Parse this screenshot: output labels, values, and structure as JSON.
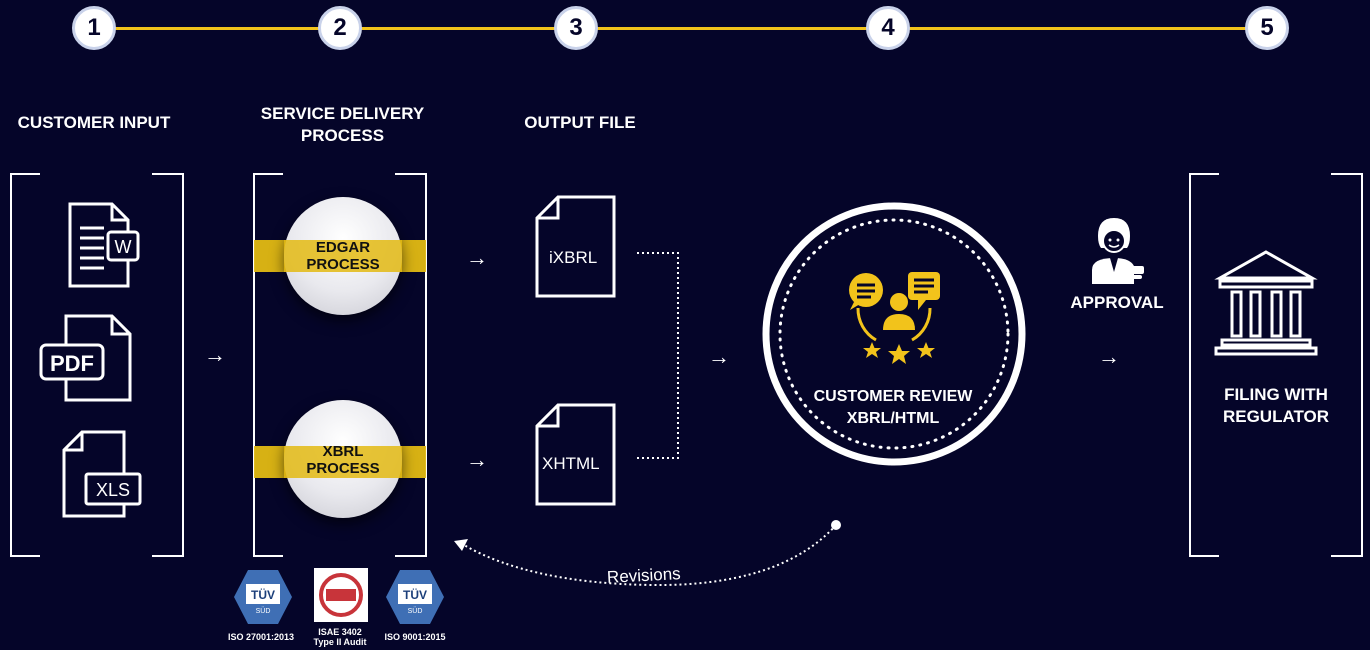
{
  "steps": [
    "1",
    "2",
    "3",
    "4",
    "5"
  ],
  "columns": {
    "customer_input": "CUSTOMER INPUT",
    "service_delivery_line1": "SERVICE DELIVERY",
    "service_delivery_line2": "PROCESS",
    "output_file": "OUTPUT FILE"
  },
  "input_files": {
    "word_badge": "W",
    "pdf_label": "PDF",
    "xls_label": "XLS"
  },
  "processes": {
    "edgar_line1": "EDGAR",
    "edgar_line2": "PROCESS",
    "xbrl_line1": "XBRL",
    "xbrl_line2": "PROCESS"
  },
  "outputs": {
    "ixbrl": "iXBRL",
    "xhtml": "XHTML"
  },
  "review": {
    "line1": "CUSTOMER REVIEW",
    "line2": "XBRL/HTML"
  },
  "approval": "APPROVAL",
  "filing": {
    "line1": "FILING WITH",
    "line2": "REGULATOR"
  },
  "revisions": "Revisions",
  "certifications": {
    "iso27001": "ISO 27001:2013",
    "isae_line1": "ISAE 3402",
    "isae_line2": "Type II Audit",
    "iso9001": "ISO 9001:2015",
    "tuv_mark": "TÜV",
    "tuv_sub": "SÜD"
  },
  "colors": {
    "background": "#050529",
    "accent_yellow": "#f2c31b",
    "white": "#ffffff"
  }
}
